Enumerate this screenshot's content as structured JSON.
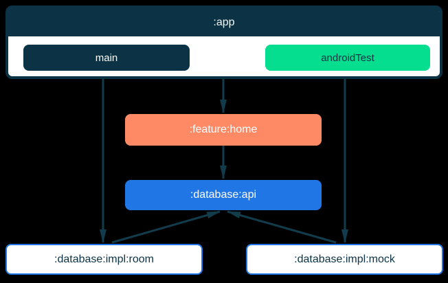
{
  "diagram": {
    "type": "module-dependency-graph",
    "background_color": "#000000",
    "arrow_color": "#123b4c",
    "nodes": {
      "app": {
        "label": ":app",
        "fill": "#0b3345",
        "body_fill": "#ffffff",
        "text_color": "#ffffff"
      },
      "main": {
        "label": "main",
        "fill": "#0b3345",
        "text_color": "#ffffff"
      },
      "android_test": {
        "label": "androidTest",
        "fill": "#05de8e",
        "text_color": "#0b3345"
      },
      "feature_home": {
        "label": ":feature:home",
        "fill": "#fd8a65",
        "text_color": "#ffffff"
      },
      "database_api": {
        "label": ":database:api",
        "fill": "#2076e5",
        "text_color": "#ffffff"
      },
      "database_impl_room": {
        "label": ":database:impl:room",
        "fill": "#ffffff",
        "border_color": "#2076e5",
        "text_color": "#0b3345"
      },
      "database_impl_mock": {
        "label": ":database:impl:mock",
        "fill": "#ffffff",
        "border_color": "#2076e5",
        "text_color": "#0b3345"
      }
    },
    "edges": [
      {
        "from": "main",
        "to": ":database:impl:room"
      },
      {
        "from": ":app",
        "to": ":feature:home"
      },
      {
        "from": ":feature:home",
        "to": ":database:api"
      },
      {
        "from": "androidTest",
        "to": ":database:impl:mock"
      },
      {
        "from": ":database:impl:room",
        "to": ":database:api"
      },
      {
        "from": ":database:impl:mock",
        "to": ":database:api"
      }
    ]
  }
}
